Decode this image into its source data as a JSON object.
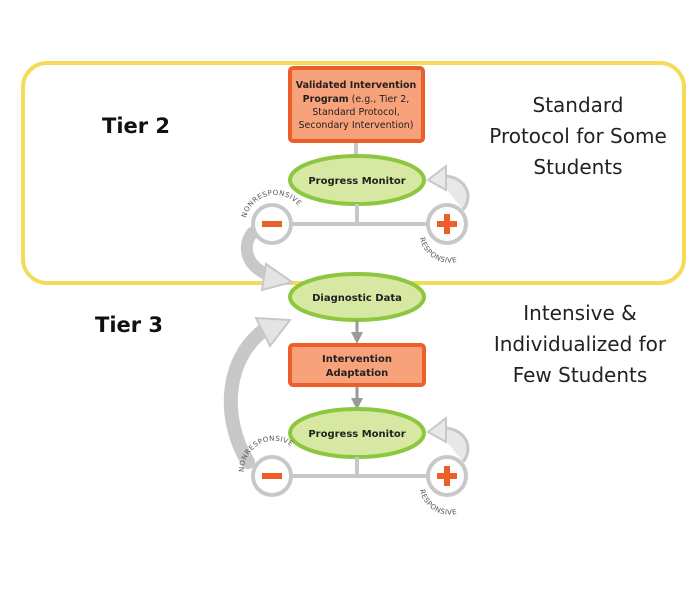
{
  "tier2": {
    "label": "Tier 2",
    "description_lines": [
      "Standard",
      "Protocol for Some",
      "Students"
    ],
    "intervention_bold_lines": [
      "Validated Intervention",
      "Program"
    ],
    "intervention_normal_lines": [
      " (e.g., Tier 2,",
      "Standard Protocol,",
      "Secondary Intervention)"
    ],
    "progress_monitor": "Progress Monitor",
    "nonresponsive": "NONRESPONSIVE",
    "responsive": "RESPONSIVE"
  },
  "tier3": {
    "label": "Tier 3",
    "description_lines": [
      "Intensive &",
      "Individualized for",
      "Few Students"
    ],
    "diagnostic_data": "Diagnostic Data",
    "intervention_adaptation_lines": [
      "Intervention",
      "Adaptation"
    ],
    "progress_monitor": "Progress Monitor",
    "nonresponsive": "NONRESPONSIVE",
    "responsive": "RESPONSIVE"
  },
  "colors": {
    "tier2_border": "#f4dc5a",
    "orange_fill": "#f8a27c",
    "orange_stroke": "#ec5f2a",
    "green_fill": "#d6e8a2",
    "green_stroke": "#8dc63f",
    "grey": "#c8c8c8",
    "grey_dark": "#9a9a9a",
    "minus_red": "#ec5f2a",
    "plus_orange": "#ec5f2a"
  }
}
